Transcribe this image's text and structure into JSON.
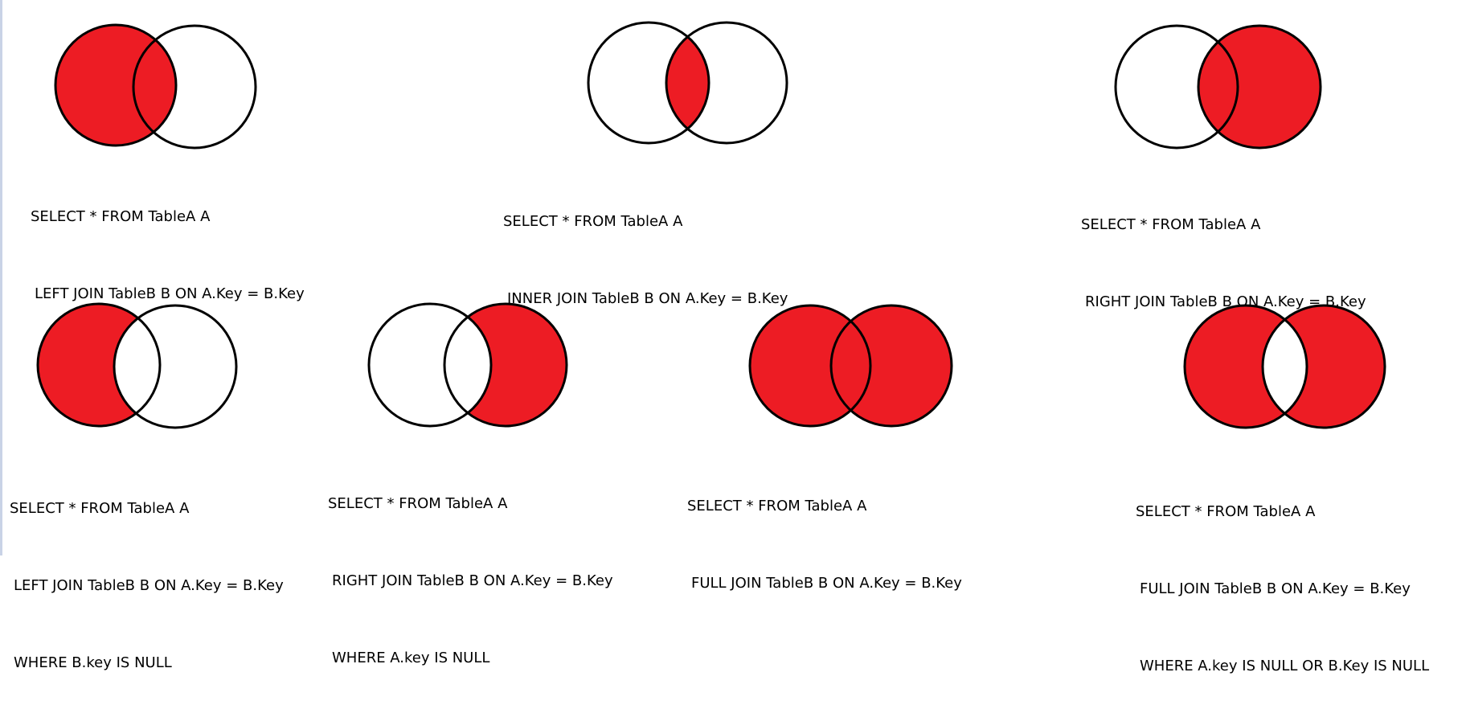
{
  "colors": {
    "fill": "#ed1c24",
    "stroke": "#000000",
    "background": "#ffffff"
  },
  "diagrams": [
    {
      "id": "left-join",
      "fill": "a",
      "sql": [
        "SELECT * FROM TableA A",
        "LEFT JOIN TableB B ON A.Key = B.Key"
      ]
    },
    {
      "id": "inner-join",
      "fill": "ab",
      "sql": [
        "SELECT * FROM TableA A",
        "INNER JOIN TableB B ON A.Key = B.Key"
      ]
    },
    {
      "id": "right-join",
      "fill": "b",
      "sql": [
        "SELECT * FROM TableA A",
        "RIGHT JOIN TableB B ON A.Key = B.Key"
      ]
    },
    {
      "id": "left-join-b-null",
      "fill": "a-only",
      "sql": [
        "SELECT * FROM TableA A",
        "LEFT JOIN TableB B ON A.Key = B.Key",
        "WHERE B.key IS NULL"
      ]
    },
    {
      "id": "right-join-a-null",
      "fill": "b-only",
      "sql": [
        "SELECT * FROM TableA A",
        "RIGHT JOIN TableB B ON A.Key = B.Key",
        "WHERE A.key IS NULL"
      ]
    },
    {
      "id": "full-join",
      "fill": "union",
      "sql": [
        "SELECT * FROM TableA A",
        "FULL JOIN TableB B ON A.Key = B.Key"
      ]
    },
    {
      "id": "full-join-either-null",
      "fill": "xor",
      "sql": [
        "SELECT * FROM TableA A",
        "FULL JOIN TableB B ON A.Key = B.Key",
        "WHERE A.key IS NULL OR B.Key IS NULL"
      ]
    }
  ]
}
